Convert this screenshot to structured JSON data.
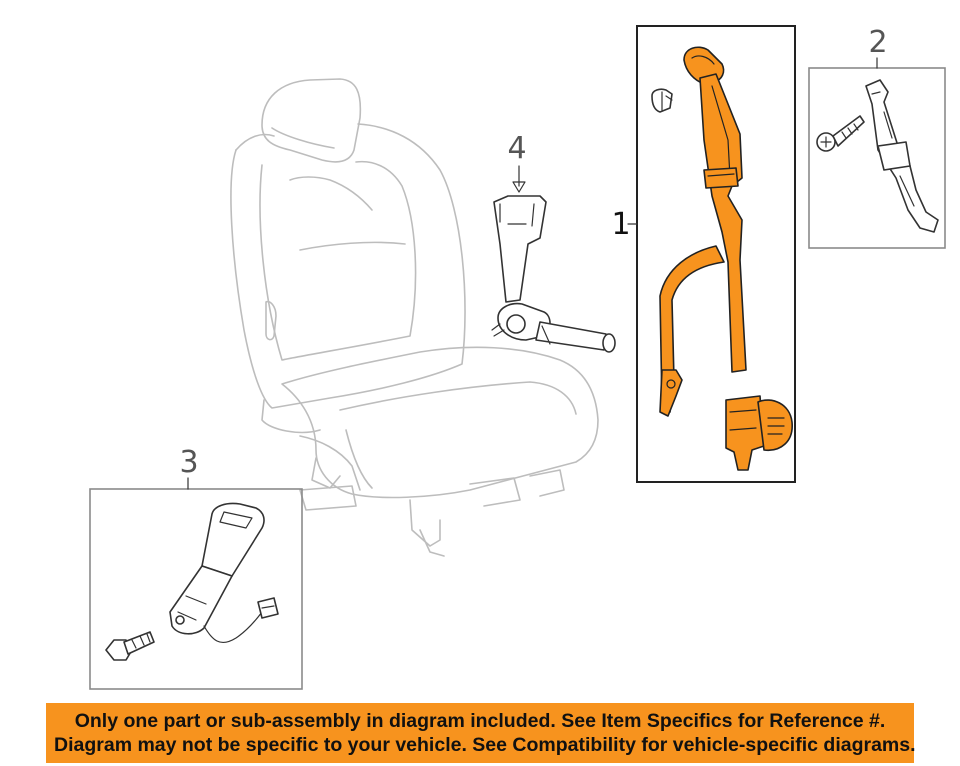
{
  "callouts": {
    "c1": "1",
    "c2": "2",
    "c3": "3",
    "c4": "4"
  },
  "colors": {
    "highlight": "#f7931e",
    "seat_outline": "#bdbdbd",
    "banner_bg": "#f7931e"
  },
  "banner": {
    "line1": "Only one part or sub-assembly in diagram included. See Item Specifics for Reference #.",
    "line2": "Diagram may not be specific to your vehicle. See Compatibility for vehicle-specific diagrams."
  }
}
